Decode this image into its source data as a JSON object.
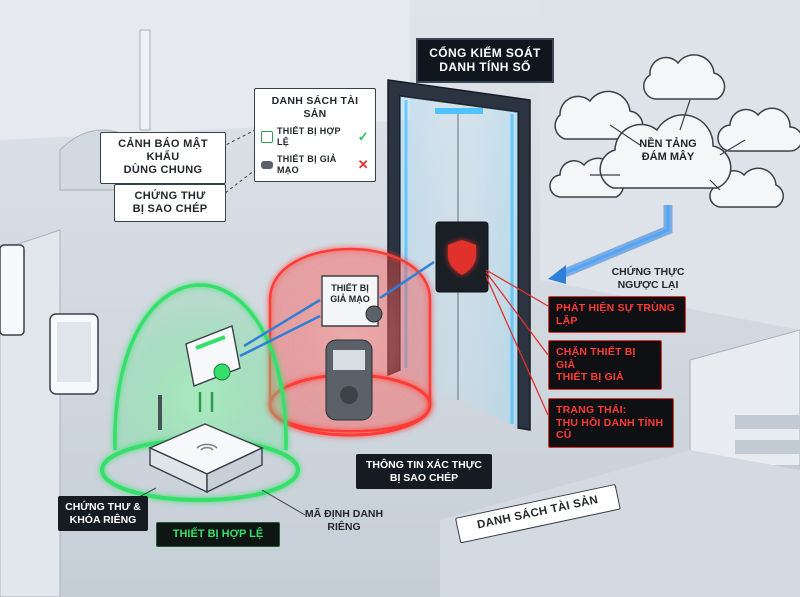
{
  "gate": {
    "title_line1": "Cổng kiểm soát",
    "title_line2": "danh tính số"
  },
  "cloud": {
    "label_line1": "Nền tảng",
    "label_line2": "đám mây"
  },
  "reverse_auth": {
    "label_line1": "Chứng thực",
    "label_line2": "ngược lại"
  },
  "asset_list_card": {
    "title": "Danh sách tài sản",
    "items": [
      {
        "label": "Thiết bị hợp lệ",
        "mark": "✓"
      },
      {
        "label": "Thiết bị giả mạo",
        "mark": "✕"
      }
    ]
  },
  "password_warning": {
    "line1": "Cảnh báo mật khẩu",
    "line2": "dùng chung"
  },
  "copied_certificate": {
    "line1": "Chứng thư",
    "line2": "bị sao chép"
  },
  "fake_device_tag": {
    "line1": "Thiết bị",
    "line2": "giả mạo"
  },
  "alerts": [
    {
      "line1": "Phát hiện sự trùng lặp",
      "line2": ""
    },
    {
      "line1": "Chặn thiết bị giả",
      "line2": "thiết bị giả"
    },
    {
      "line1": "Trạng thái:",
      "line2": "thu hồi danh tính cũ"
    }
  ],
  "copied_credentials": {
    "line1": "Thông tin xác thực",
    "line2": "bị sao chép"
  },
  "cert_private_key": {
    "line1": "Chứng thư &",
    "line2": "khóa riêng"
  },
  "valid_device": {
    "label": "Thiết bị hợp lệ"
  },
  "unique_id": {
    "line1": "Mã định danh",
    "line2": "riêng"
  },
  "asset_list_floor": {
    "label": "Danh sách tài sản"
  },
  "colors": {
    "valid_green": "#35e06a",
    "fake_red": "#ff3b35",
    "link_blue": "#2f7fd6",
    "gate_glow": "#4fc3ff"
  }
}
